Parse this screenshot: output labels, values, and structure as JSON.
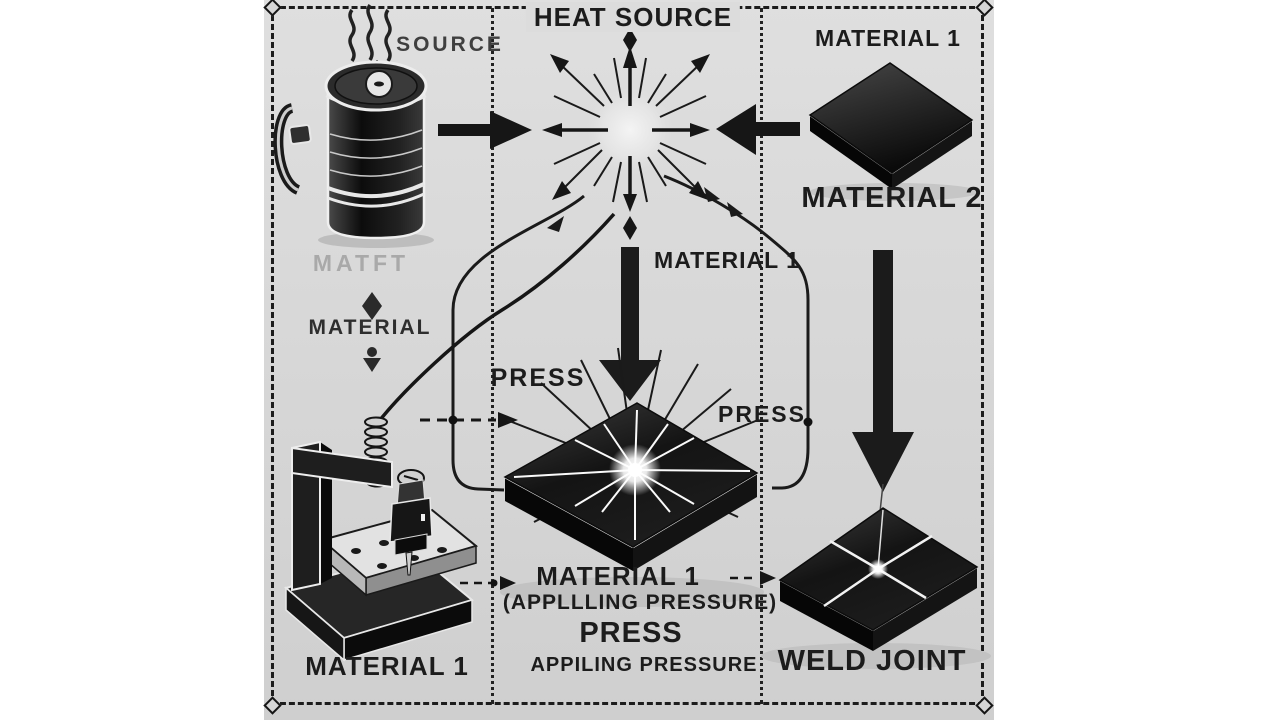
{
  "labels": {
    "heat_source": "HEAT SOURCE",
    "source": "SOURCE",
    "material_1_top": "MATERIAL 1",
    "material_2": "MATERIAL 2",
    "ghost_material": "MATFT",
    "material_left": "MATERIAL",
    "material_1_center": "MATERIAL 1",
    "press_left": "PRESS",
    "press_right": "PRESS",
    "material_1_caption": "MATERIAL 1",
    "applying_pressure_paren": "(APPLLLING PRESSURE)",
    "press_caption": "PRESS",
    "applying_pressure_sub": "APPILING PRESSURE",
    "material_1_bottom_left": "MATERIAL 1",
    "weld_joint": "WELD JOINT"
  },
  "colors": {
    "paper": "#d7d7d7",
    "ink": "#1a1a1a",
    "ghost_text": "#a9a9a9",
    "glow": "#ffffff"
  },
  "icons": {
    "canister": "heat-source-canister-icon",
    "starburst": "heat-starburst-icon",
    "press": "press-machine-icon",
    "material_plate": "material-plate-icon",
    "pressing_plate": "pressing-plate-icon",
    "weld_plate": "weld-joint-plate-icon"
  }
}
